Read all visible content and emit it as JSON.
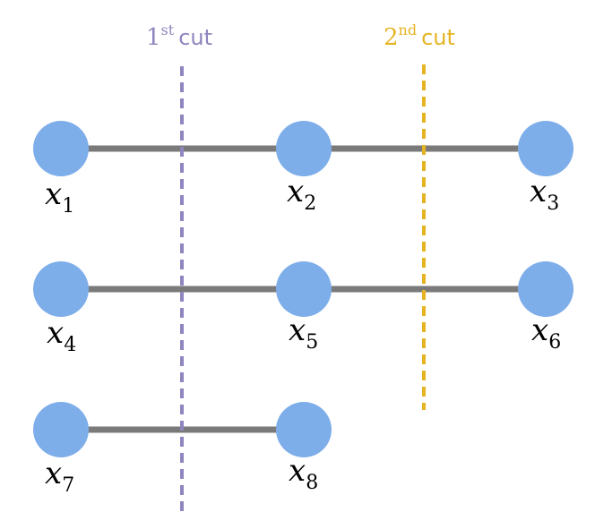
{
  "colors": {
    "node_fill": "#7eaeea",
    "edge": "#7a7a7a",
    "cut1": "#8e86bf",
    "cut2": "#e6b422",
    "text": "#000000"
  },
  "cuts": [
    {
      "id": "cut-1",
      "num": "1",
      "sup": "st",
      "word": "cut"
    },
    {
      "id": "cut-2",
      "num": "2",
      "sup": "nd",
      "word": "cut"
    }
  ],
  "nodes": [
    {
      "id": "x1",
      "base": "x",
      "sub": "1"
    },
    {
      "id": "x2",
      "base": "x",
      "sub": "2"
    },
    {
      "id": "x3",
      "base": "x",
      "sub": "3"
    },
    {
      "id": "x4",
      "base": "x",
      "sub": "4"
    },
    {
      "id": "x5",
      "base": "x",
      "sub": "5"
    },
    {
      "id": "x6",
      "base": "x",
      "sub": "6"
    },
    {
      "id": "x7",
      "base": "x",
      "sub": "7"
    },
    {
      "id": "x8",
      "base": "x",
      "sub": "8"
    }
  ],
  "edges": [
    {
      "from": "x1",
      "to": "x2"
    },
    {
      "from": "x2",
      "to": "x3"
    },
    {
      "from": "x4",
      "to": "x5"
    },
    {
      "from": "x5",
      "to": "x6"
    },
    {
      "from": "x7",
      "to": "x8"
    }
  ]
}
